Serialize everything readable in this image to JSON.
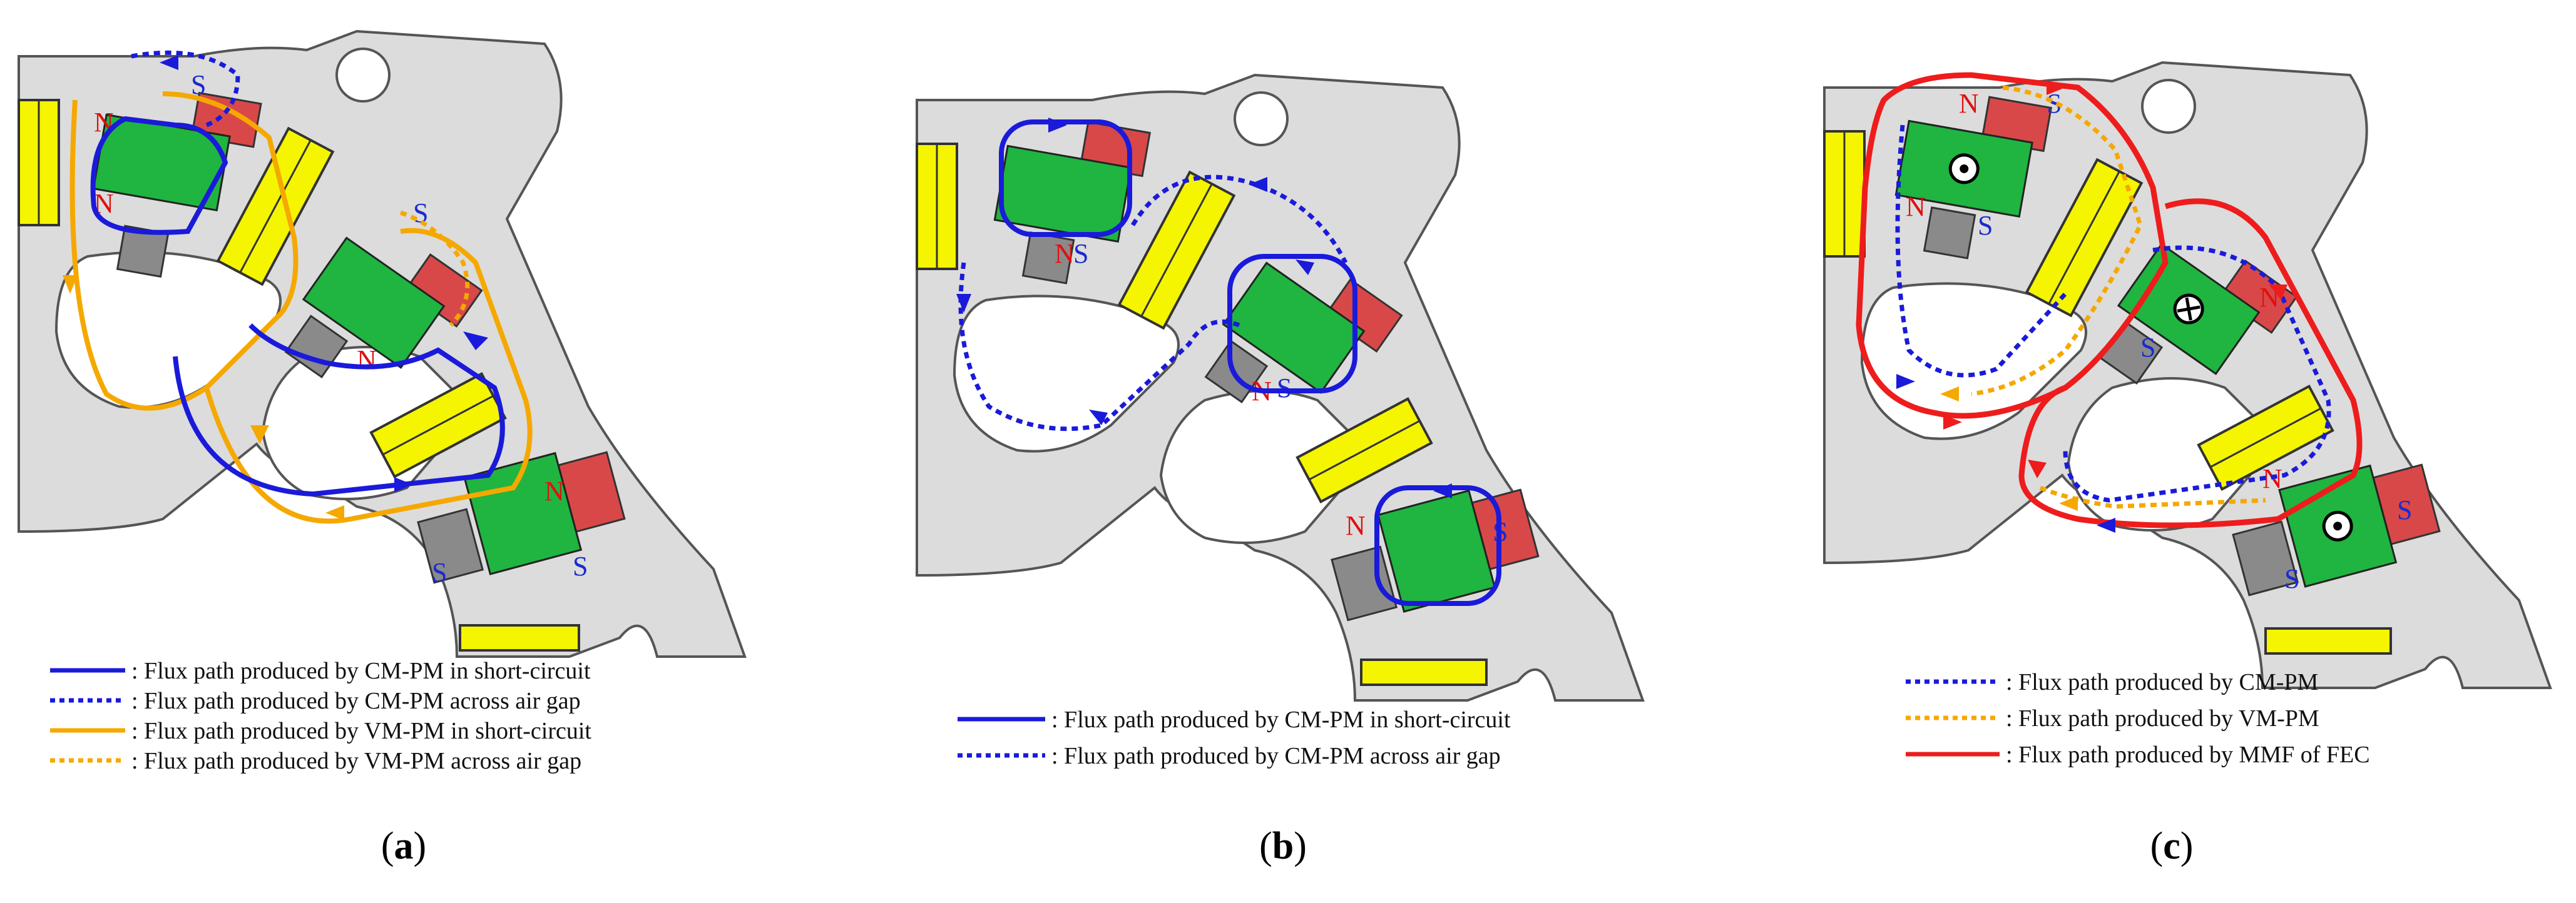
{
  "panels": [
    {
      "id": "a",
      "caption": "a",
      "legend": [
        {
          "style": "solid",
          "color": "#1a1adb",
          "text": ": Flux path produced by CM-PM in short-circuit"
        },
        {
          "style": "dotted",
          "color": "#1a1adb",
          "text": ": Flux path produced by CM-PM across air gap"
        },
        {
          "style": "solid",
          "color": "#f5a800",
          "text": ": Flux path produced by VM-PM in short-circuit"
        },
        {
          "style": "dotted",
          "color": "#f5a800",
          "text": ": Flux path produced by VM-PM across air gap"
        }
      ]
    },
    {
      "id": "b",
      "caption": "b",
      "legend": [
        {
          "style": "solid",
          "color": "#1a1adb",
          "text": ": Flux path produced by CM-PM in short-circuit"
        },
        {
          "style": "dotted",
          "color": "#1a1adb",
          "text": ": Flux path produced by CM-PM across air gap"
        }
      ]
    },
    {
      "id": "c",
      "caption": "c",
      "legend": [
        {
          "style": "dotted",
          "color": "#1a1adb",
          "text": ": Flux path produced by CM-PM"
        },
        {
          "style": "dotted",
          "color": "#f5a800",
          "text": ": Flux path produced by VM-PM"
        },
        {
          "style": "solid",
          "color": "#ee1c1c",
          "text": ": Flux path produced by MMF of FEC"
        }
      ]
    }
  ],
  "pole_labels": {
    "north": "N",
    "south": "S"
  },
  "colors": {
    "core": "#dcdcdc",
    "core_edge": "#555555",
    "coil": "#f5f500",
    "cm_pm": "#1fb540",
    "vm_pm": "#d94848",
    "cm_path": "#1a1adb",
    "vm_path": "#f5a800",
    "fec_path": "#ee1c1c",
    "north_text": "#e01010",
    "south_text": "#1a2ad0"
  }
}
